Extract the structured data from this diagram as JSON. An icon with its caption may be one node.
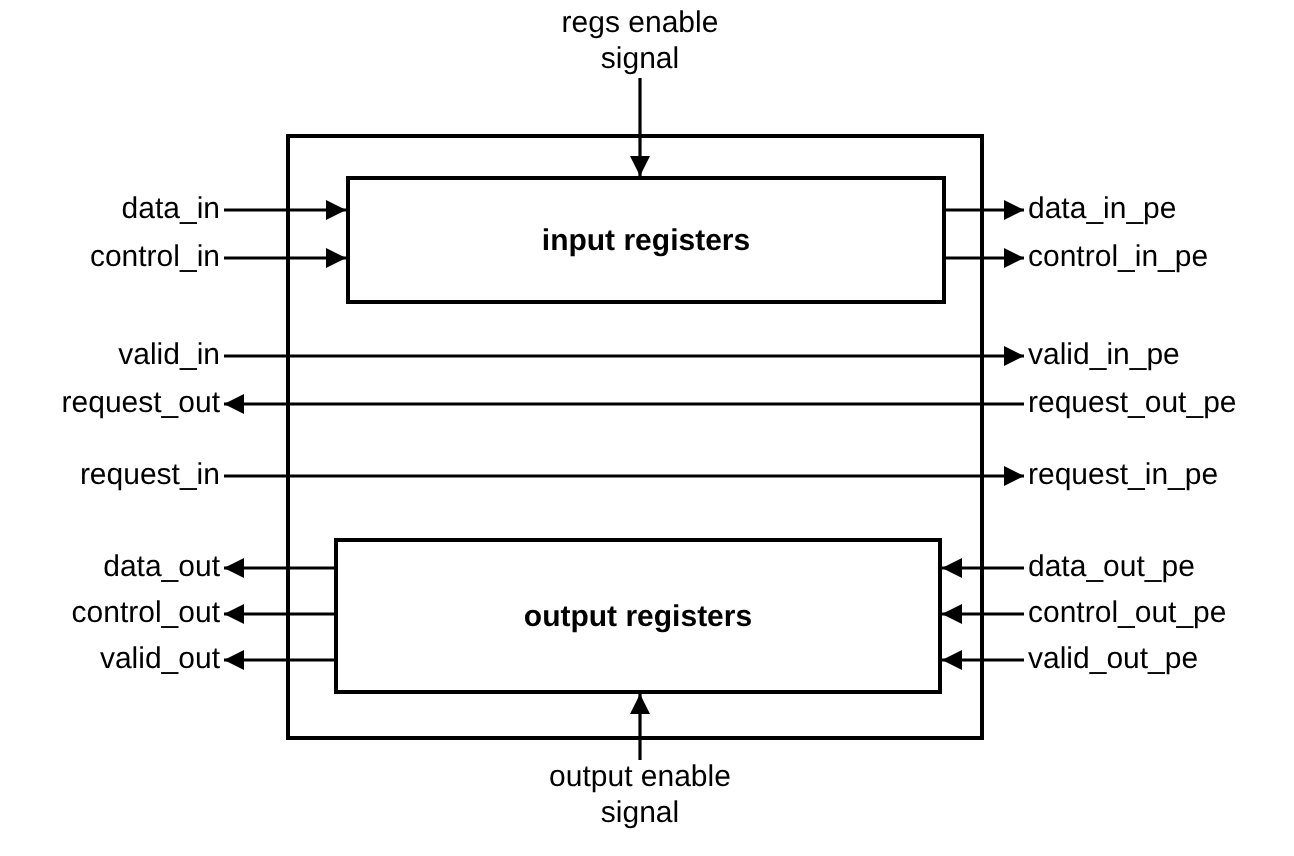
{
  "diagram": {
    "nodes": [
      {
        "text": [],
        "shape": "box"
      },
      {
        "text": [
          "regs enable signal"
        ]
      },
      {
        "text": [
          "input registers"
        ],
        "in": 0
      },
      {
        "text": [
          "data_in"
        ]
      },
      {
        "text": [
          "control_in"
        ]
      },
      {
        "text": [
          "data_in_pe"
        ]
      },
      {
        "text": [
          "control_in_pe"
        ]
      },
      {
        "text": [
          "valid_in"
        ]
      },
      {
        "text": [
          "valid_in_pe"
        ]
      },
      {
        "text": [
          "request_out"
        ]
      },
      {
        "text": [
          "request_out_pe"
        ]
      },
      {
        "text": [
          "request_in"
        ]
      },
      {
        "text": [
          "request_in_pe"
        ]
      },
      {
        "text": [
          "output registers"
        ],
        "in": 0
      },
      {
        "text": [
          "data_out"
        ]
      },
      {
        "text": [
          "control_out"
        ]
      },
      {
        "text": [
          "valid_out"
        ]
      },
      {
        "text": [
          "data_out_pe"
        ]
      },
      {
        "text": [
          "control_out_pe"
        ]
      },
      {
        "text": [
          "valid_out_pe"
        ]
      },
      {
        "text": [
          "output enable signal"
        ]
      }
    ],
    "edges": [
      {
        "from": 1,
        "to": 2,
        "arrow": "to"
      },
      {
        "from": 3,
        "to": 2,
        "arrow": "to"
      },
      {
        "from": 4,
        "to": 2,
        "arrow": "to"
      },
      {
        "from": 2,
        "to": 5,
        "arrow": "to"
      },
      {
        "from": 2,
        "to": 6,
        "arrow": "to"
      },
      {
        "from": 7,
        "to": 8,
        "arrow": "to"
      },
      {
        "from": 10,
        "to": 9,
        "arrow": "to"
      },
      {
        "from": 11,
        "to": 12,
        "arrow": "to"
      },
      {
        "from": 13,
        "to": 14,
        "arrow": "to"
      },
      {
        "from": 13,
        "to": 15,
        "arrow": "to"
      },
      {
        "from": 13,
        "to": 16,
        "arrow": "to"
      },
      {
        "from": 17,
        "to": 13,
        "arrow": "to"
      },
      {
        "from": 18,
        "to": 13,
        "arrow": "to"
      },
      {
        "from": 19,
        "to": 13,
        "arrow": "to"
      },
      {
        "from": 20,
        "to": 13,
        "arrow": "to"
      }
    ]
  }
}
